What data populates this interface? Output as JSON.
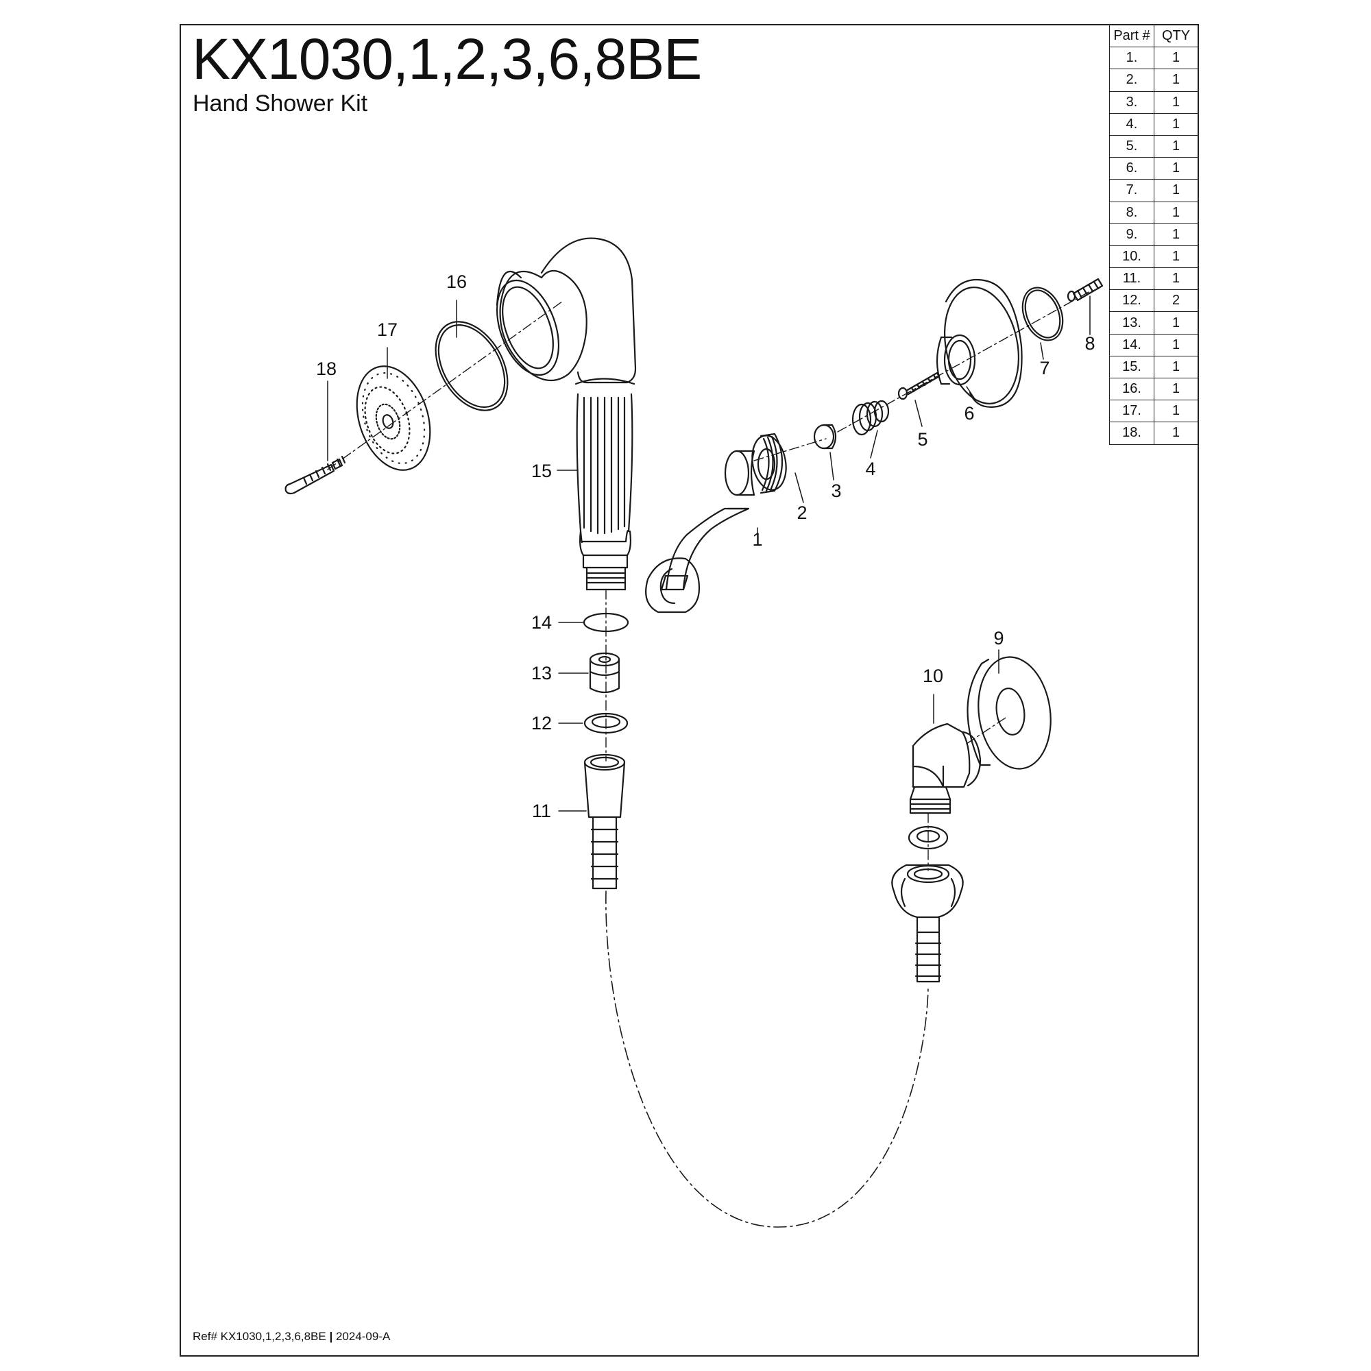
{
  "title": "KX1030,1,2,3,6,8BE",
  "subtitle": "Hand Shower Kit",
  "parts_table": {
    "headers": [
      "Part #",
      "QTY"
    ],
    "rows": [
      [
        "1.",
        "1"
      ],
      [
        "2.",
        "1"
      ],
      [
        "3.",
        "1"
      ],
      [
        "4.",
        "1"
      ],
      [
        "5.",
        "1"
      ],
      [
        "6.",
        "1"
      ],
      [
        "7.",
        "1"
      ],
      [
        "8.",
        "1"
      ],
      [
        "9.",
        "1"
      ],
      [
        "10.",
        "1"
      ],
      [
        "11.",
        "1"
      ],
      [
        "12.",
        "2"
      ],
      [
        "13.",
        "1"
      ],
      [
        "14.",
        "1"
      ],
      [
        "15.",
        "1"
      ],
      [
        "16.",
        "1"
      ],
      [
        "17.",
        "1"
      ],
      [
        "18.",
        "1"
      ]
    ]
  },
  "callouts": [
    "1",
    "2",
    "3",
    "4",
    "5",
    "6",
    "7",
    "8",
    "9",
    "10",
    "11",
    "12",
    "13",
    "14",
    "15",
    "16",
    "17",
    "18"
  ],
  "footer": {
    "ref": "Ref# KX1030,1,2,3,6,8BE",
    "separator": "|",
    "revision": "2024-09-A"
  }
}
